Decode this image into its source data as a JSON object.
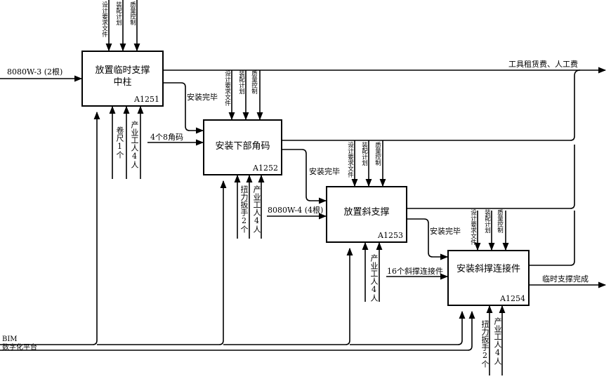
{
  "boxes": [
    {
      "title": "放置临时支撑中柱",
      "title_line1": "放置临时支撑",
      "title_line2": "中柱",
      "id": "A1251"
    },
    {
      "title": "安装下部角码",
      "id": "A1252"
    },
    {
      "title": "放置斜支撑",
      "id": "A1253"
    },
    {
      "title": "安装斜撑连接件",
      "id": "A1254"
    }
  ],
  "controls": {
    "design_doc": "设计要求文件",
    "assembly_plan": "装配计划",
    "quality_control": "质量控制"
  },
  "inputs": {
    "column_input": "8080W-3 (2根)",
    "corner_input": "4个8角码",
    "brace_input": "8080W-4 (4根)",
    "connector_input": "16个斜撑连接件"
  },
  "outputs": {
    "cost_output": "工具租赁费、人工费",
    "final_output": "临时支撑完成"
  },
  "handoffs": {
    "h1": "安装完毕",
    "h2": "安装完毕",
    "h3": "安装完毕"
  },
  "mechanisms": {
    "tape": "卷尺1个",
    "workers": "产业工人4人",
    "wrench": "扭力扳手2个",
    "bim_line1": "BIM",
    "bim_line2": "数字化平台"
  }
}
